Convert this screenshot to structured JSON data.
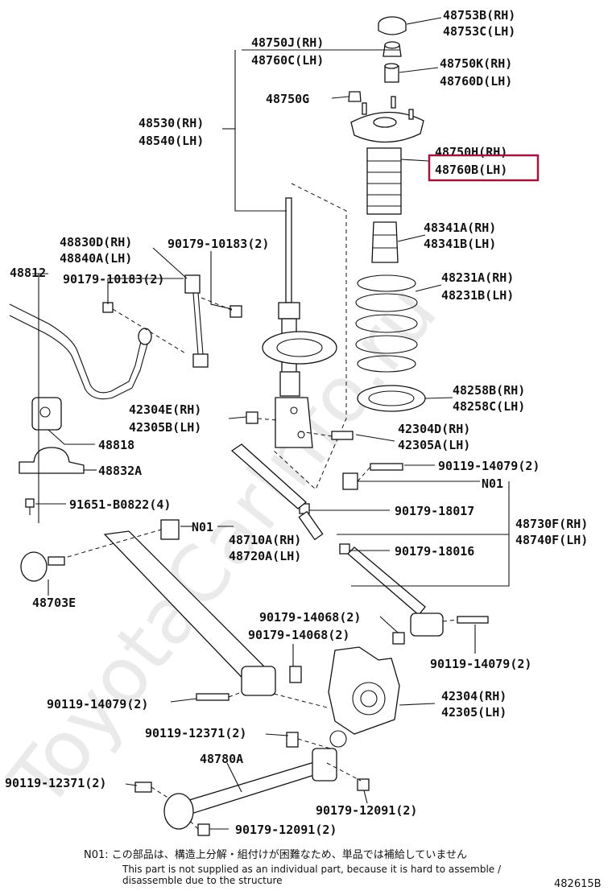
{
  "watermark": "ToyotaCarInfo.ru",
  "highlight_color": "#a0153e",
  "labels": {
    "p48753": [
      "48753B(RH)",
      "48753C(LH)"
    ],
    "p48750k": [
      "48750K(RH)",
      "48760D(LH)"
    ],
    "p48750j": [
      "48750J(RH)",
      "48760C(LH)"
    ],
    "p48750g": "48750G",
    "p48530": [
      "48530(RH)",
      "48540(LH)"
    ],
    "p48750h": [
      "48750H(RH)",
      "48760B(LH)"
    ],
    "p48341": [
      "48341A(RH)",
      "48341B(LH)"
    ],
    "p48830": [
      "48830D(RH)",
      "48840A(LH)"
    ],
    "p48812": "48812",
    "p90179_10183a": "90179-10183(2)",
    "p90179_10183b": "90179-10183(2)",
    "p48231": [
      "48231A(RH)",
      "48231B(LH)"
    ],
    "p48258": [
      "48258B(RH)",
      "48258C(LH)"
    ],
    "p42304e": [
      "42304E(RH)",
      "42305B(LH)"
    ],
    "p42304d": [
      "42304D(RH)",
      "42305A(LH)"
    ],
    "p48818": "48818",
    "p48832": "48832A",
    "p90119_14079a": "90119-14079(2)",
    "n01a": "N01",
    "p91651": "91651-B0822(4)",
    "p90179_18017": "90179-18017",
    "p48730": [
      "48730F(RH)",
      "48740F(LH)"
    ],
    "n01b": "N01",
    "p48710": [
      "48710A(RH)",
      "48720A(LH)"
    ],
    "p90179_18016": "90179-18016",
    "p48703": "48703E",
    "p90179_14068a": "90179-14068(2)",
    "p90179_14068b": "90179-14068(2)",
    "p90119_14079b": "90119-14079(2)",
    "p90119_14079c": "90119-14079(2)",
    "p42304": [
      "42304(RH)",
      "42305(LH)"
    ],
    "p90119_12371a": "90119-12371(2)",
    "p48780": "48780A",
    "p90119_12371b": "90119-12371(2)",
    "p90179_12091a": "90179-12091(2)",
    "p90179_12091b": "90179-12091(2)"
  },
  "footnote": {
    "jp": "N01: この部品は、構造上分解・組付けが困難なため、単品では補給していません",
    "en1": "This part is not supplied as an individual part, because it is hard to assemble /",
    "en2": "disassemble due to the structure"
  },
  "figure_code": "482615B"
}
